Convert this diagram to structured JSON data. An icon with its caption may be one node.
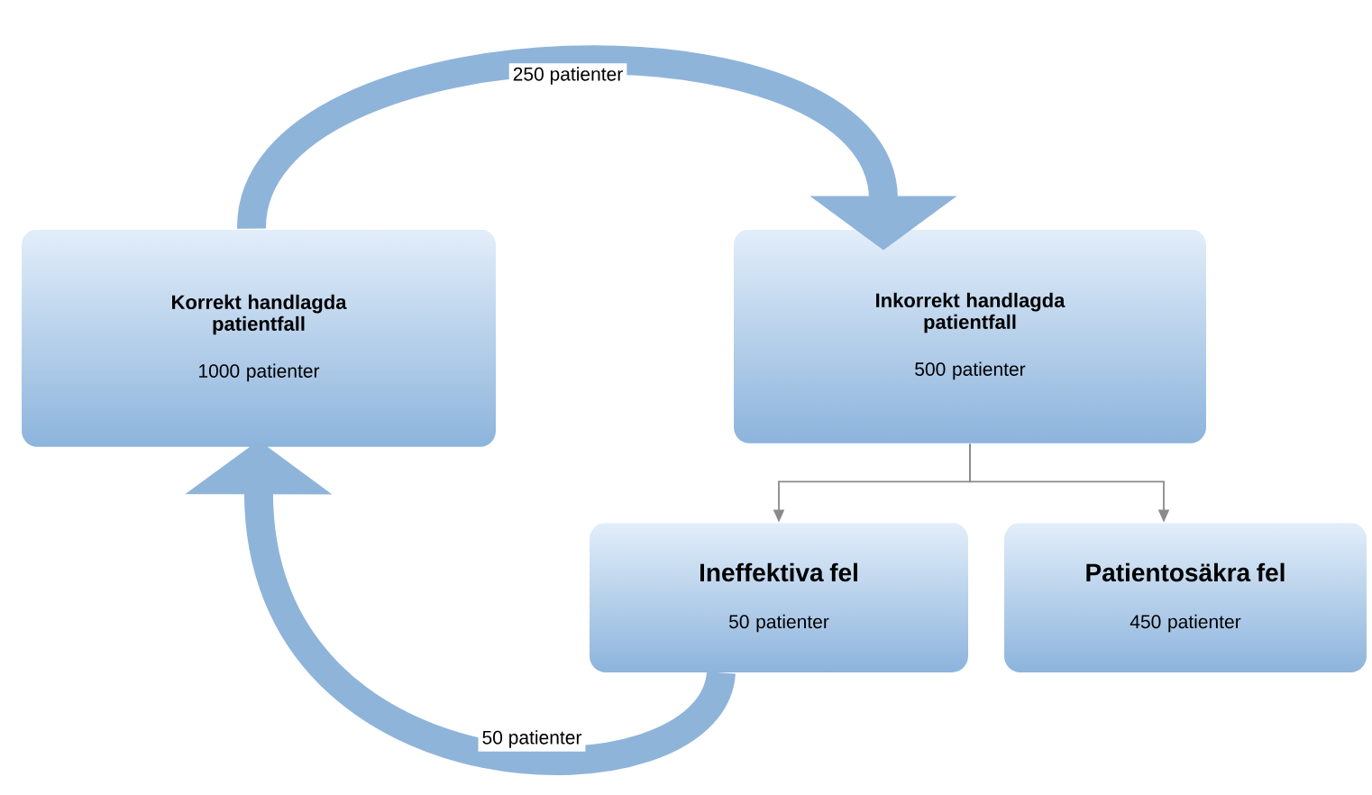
{
  "diagram": {
    "nodes": [
      {
        "text": [
          "Korrekt handlagda patientfall",
          "1000 patienter"
        ]
      },
      {
        "text": [
          "Inkorrekt handlagda patientfall",
          "500 patienter"
        ]
      },
      {
        "text": [
          "Ineffektiva fel",
          "50 patienter"
        ]
      },
      {
        "text": [
          "Patientosäkra fel",
          "450 patienter"
        ]
      }
    ],
    "edges": [
      {
        "from": 0,
        "to": 1,
        "arrow": "to",
        "label": "250 patienter",
        "style": "thick",
        "color": "#8fb4da"
      },
      {
        "from": 1,
        "to": 2,
        "arrow": "to"
      },
      {
        "from": 1,
        "to": 3,
        "arrow": "to"
      },
      {
        "from": 2,
        "to": 0,
        "arrow": "to",
        "label": "50 patienter",
        "style": "thick",
        "color": "#8fb4da"
      }
    ]
  }
}
